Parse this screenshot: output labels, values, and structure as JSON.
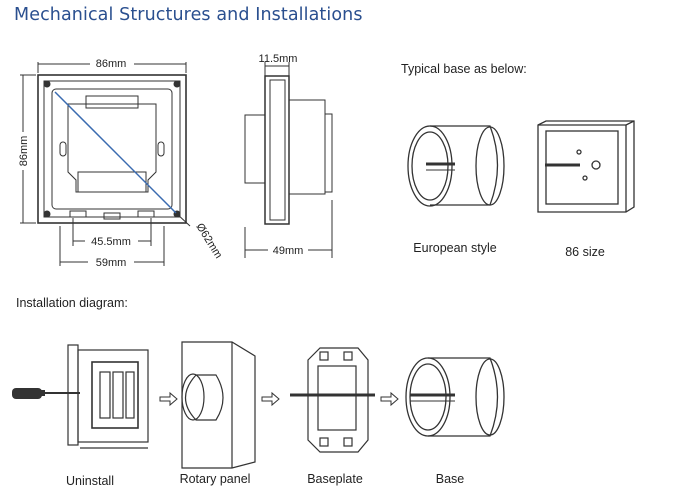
{
  "header": {
    "title": "Mechanical Structures and Installations",
    "typical_base": "Typical base as below:",
    "installation_diagram": "Installation diagram:"
  },
  "dimensions": {
    "width": "86mm",
    "height": "86mm",
    "inner_width": "45.5mm",
    "bottom_width": "59mm",
    "diameter": "Ø62mm",
    "depth_top": "11.5mm",
    "depth_total": "49mm"
  },
  "bases": {
    "european": "European style",
    "size86": "86 size"
  },
  "steps": [
    "Uninstall",
    "Rotary panel",
    "Baseplate",
    "Base"
  ],
  "colors": {
    "title": "#2a4f8f",
    "line": "#333333",
    "diagonal": "#3a6bb0"
  }
}
